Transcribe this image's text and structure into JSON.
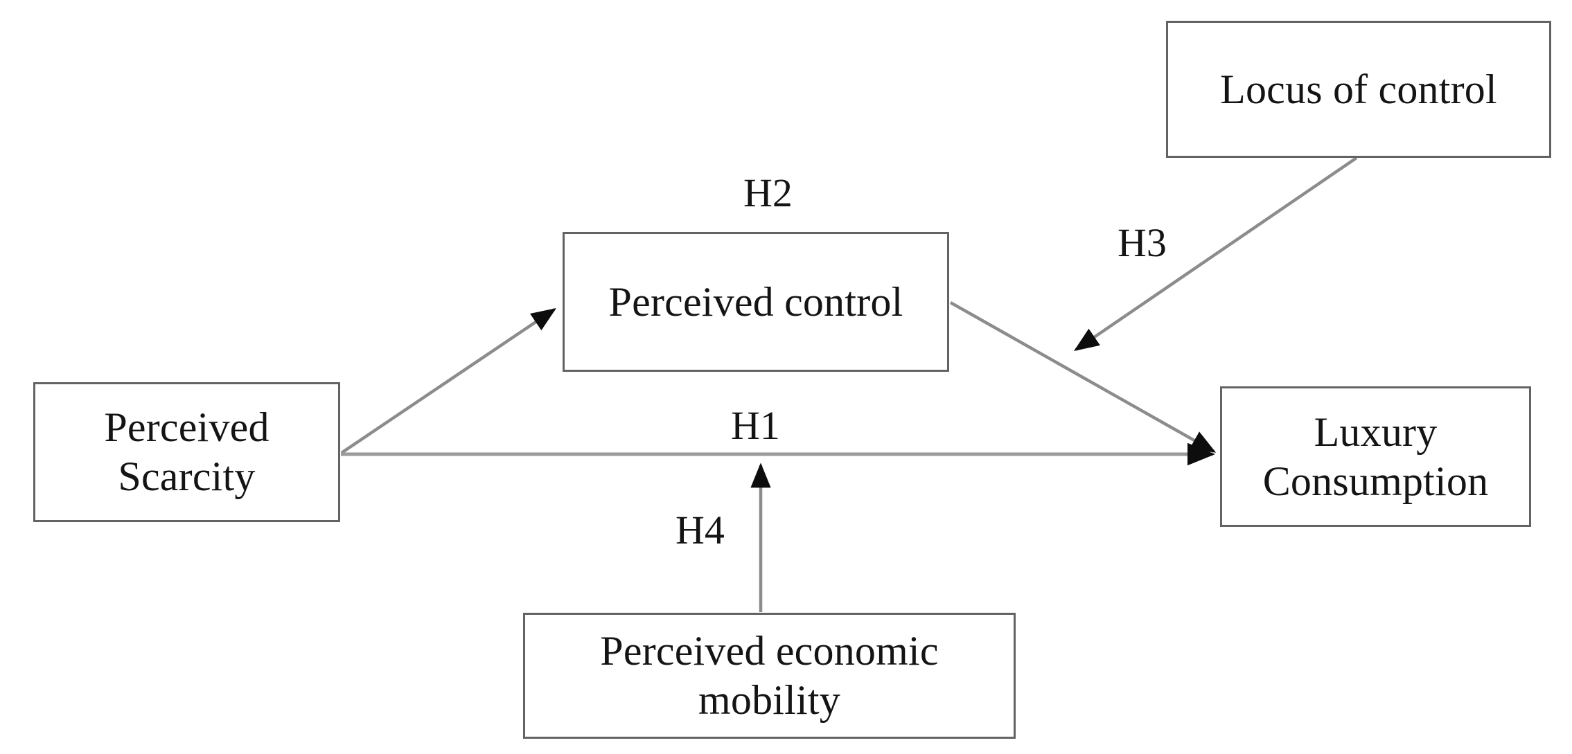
{
  "diagram": {
    "type": "conceptual-model",
    "background_color": "#ffffff",
    "node_border_color": "#636363",
    "edge_color": "#8c8c8c",
    "text_color": "#141414",
    "nodes": [
      {
        "id": "perceived-scarcity",
        "label": "Perceived\nScarcity"
      },
      {
        "id": "perceived-control",
        "label": "Perceived control"
      },
      {
        "id": "locus-of-control",
        "label": "Locus of control"
      },
      {
        "id": "luxury-consumption",
        "label": "Luxury\nConsumption"
      },
      {
        "id": "perceived-economic-mobility",
        "label": "Perceived economic\nmobility"
      }
    ],
    "hypotheses": [
      {
        "id": "h1",
        "label": "H1",
        "from": "perceived-scarcity",
        "to": "luxury-consumption",
        "relation": "direct"
      },
      {
        "id": "h2",
        "label": "H2",
        "from": "perceived-scarcity",
        "to": "perceived-control",
        "relation": "mediation"
      },
      {
        "id": "h3",
        "label": "H3",
        "from": "locus-of-control",
        "to": "perceived-control-to-luxury-consumption",
        "relation": "moderation"
      },
      {
        "id": "h4",
        "label": "H4",
        "from": "perceived-economic-mobility",
        "to": "perceived-scarcity-to-luxury-consumption",
        "relation": "moderation"
      }
    ]
  }
}
